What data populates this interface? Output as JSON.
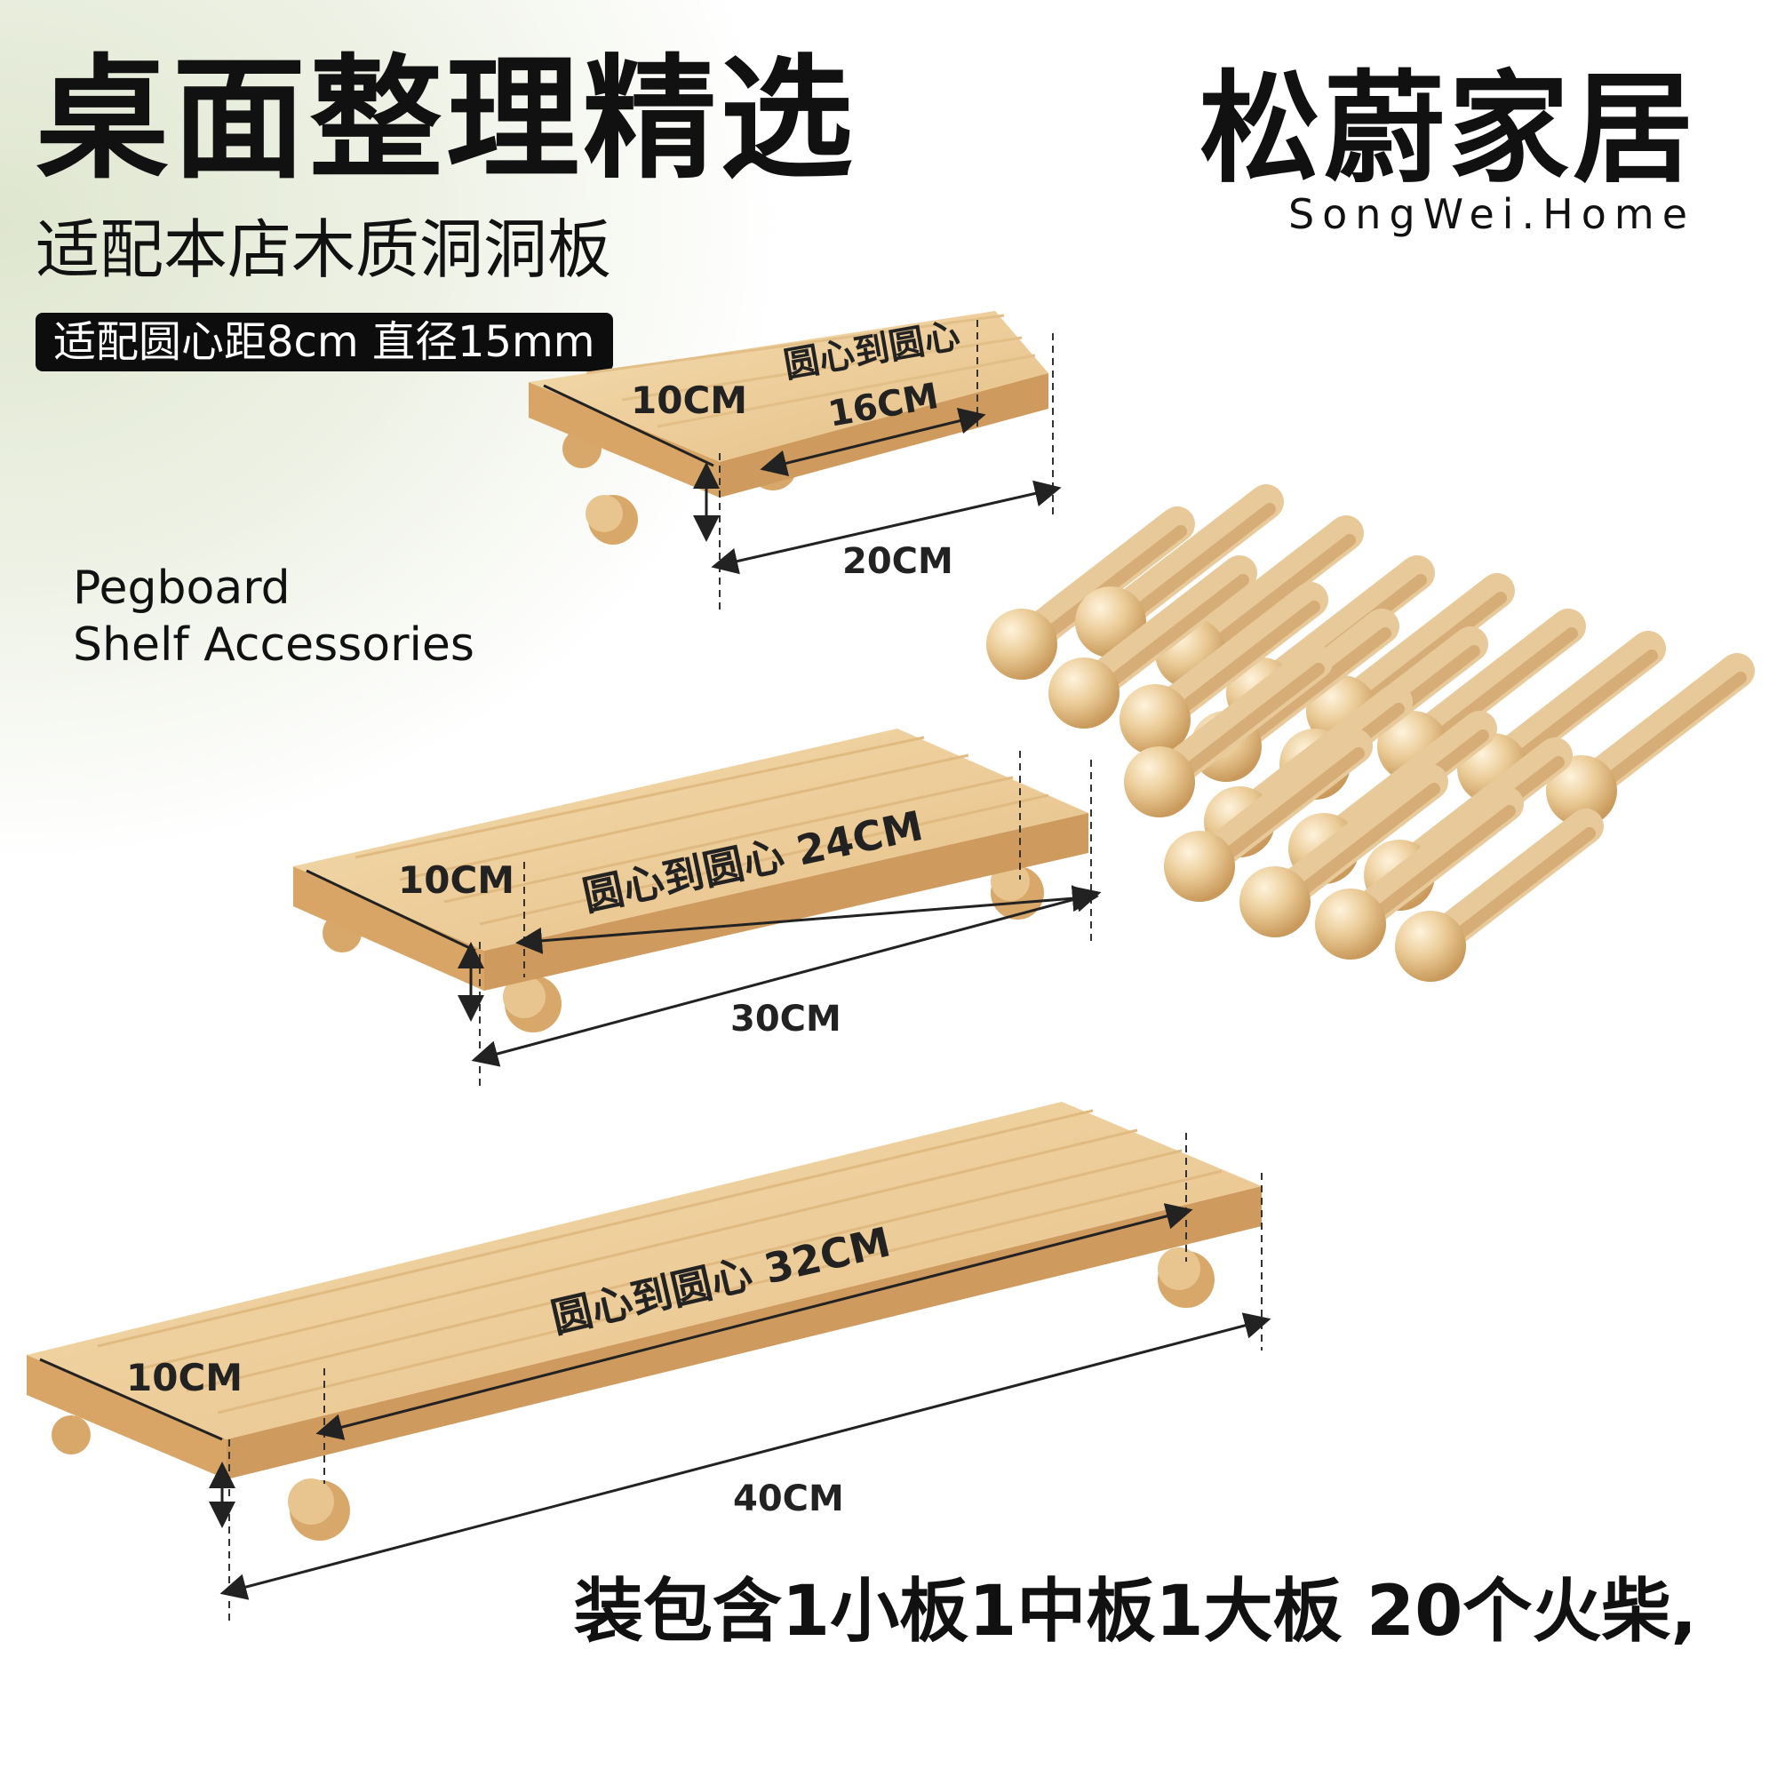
{
  "header": {
    "title": "桌面整理精选",
    "subtitle": "适配本店木质洞洞板",
    "spec_badge": "适配圆心距8cm 直径15mm"
  },
  "brand": {
    "name_cn": "松蔚家居",
    "name_en": "SongWei.Home"
  },
  "english_label": {
    "line1": "Pegboard",
    "line2": "Shelf Accessories"
  },
  "shelves": [
    {
      "depth_label": "10CM",
      "center_label": "圆心到圆心",
      "center_value": "16CM",
      "length_label": "20CM"
    },
    {
      "depth_label": "10CM",
      "center_label": "圆心到圆心 24CM",
      "length_label": "30CM"
    },
    {
      "depth_label": "10CM",
      "center_label": "圆心到圆心 32CM",
      "length_label": "40CM"
    }
  ],
  "footer": {
    "package_contents": "装包含1小板1中板1大板 20个火柴,"
  },
  "colors": {
    "wood_light": "#f1d7a8",
    "wood_mid": "#e2b97c",
    "wood_dark": "#c9955a",
    "badge_bg": "#0d0d0d"
  }
}
